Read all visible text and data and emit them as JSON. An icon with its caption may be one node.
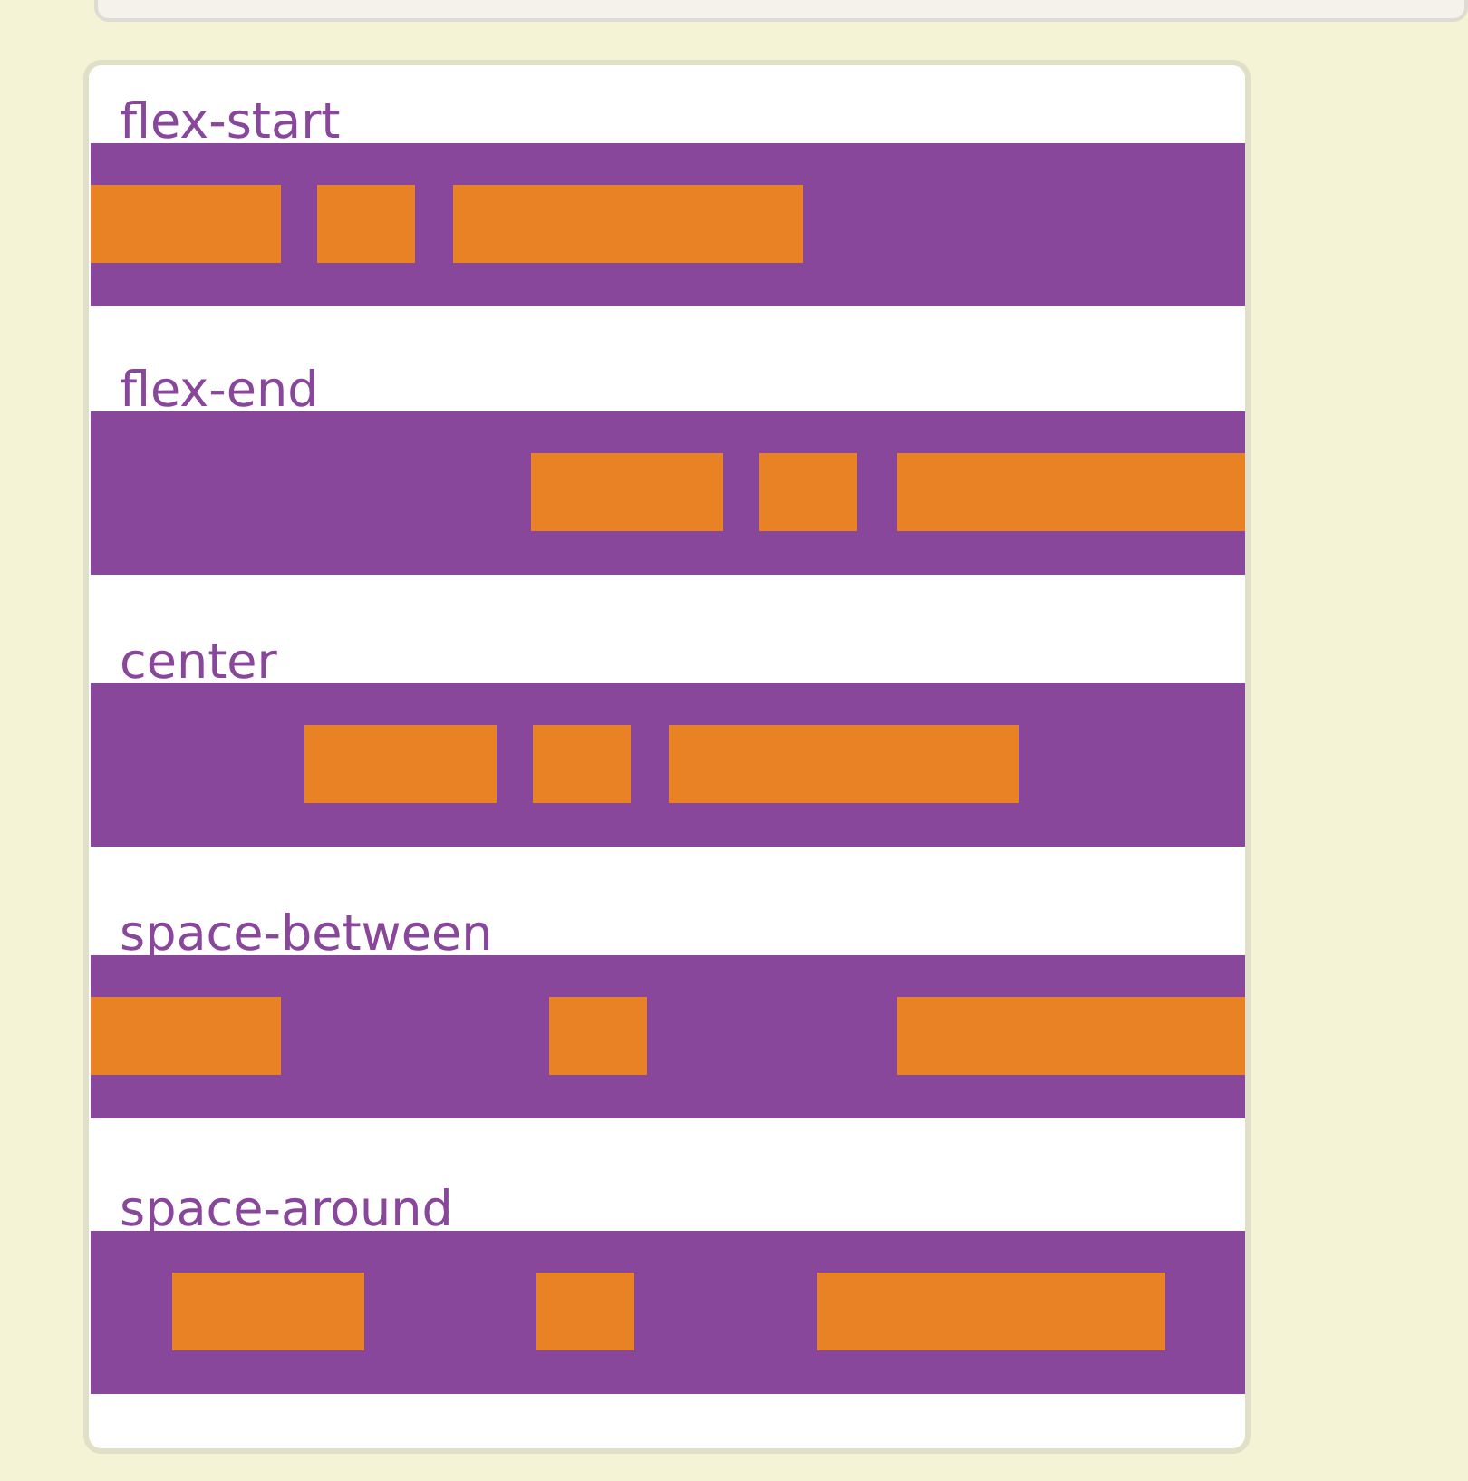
{
  "diagram": {
    "nodes": [
      {
        "text": [],
        "shape": "box"
      },
      {
        "text": [],
        "shape": "box"
      },
      {
        "text": [
          "flex-start"
        ],
        "in": 1
      },
      {
        "text": [],
        "shape": "box",
        "in": 2
      },
      {
        "text": [],
        "shape": "box",
        "in": 2
      },
      {
        "text": [],
        "shape": "box",
        "in": 2
      },
      {
        "text": [
          "flex-end"
        ],
        "in": 1
      },
      {
        "text": [],
        "shape": "box",
        "in": 6
      },
      {
        "text": [],
        "shape": "box",
        "in": 6
      },
      {
        "text": [],
        "shape": "box",
        "in": 6
      },
      {
        "text": [
          "center"
        ],
        "in": 1
      },
      {
        "text": [],
        "shape": "box",
        "in": 10
      },
      {
        "text": [],
        "shape": "box",
        "in": 10
      },
      {
        "text": [],
        "shape": "box",
        "in": 10
      },
      {
        "text": [
          "space-between"
        ],
        "in": 1
      },
      {
        "text": [],
        "shape": "box",
        "in": 14
      },
      {
        "text": [],
        "shape": "box",
        "in": 14
      },
      {
        "text": [],
        "shape": "box",
        "in": 14
      },
      {
        "text": [
          "space-around"
        ],
        "in": 1
      },
      {
        "text": [],
        "shape": "box",
        "in": 18
      },
      {
        "text": [],
        "shape": "box",
        "in": 18
      },
      {
        "text": [],
        "shape": "box",
        "in": 18
      }
    ]
  }
}
